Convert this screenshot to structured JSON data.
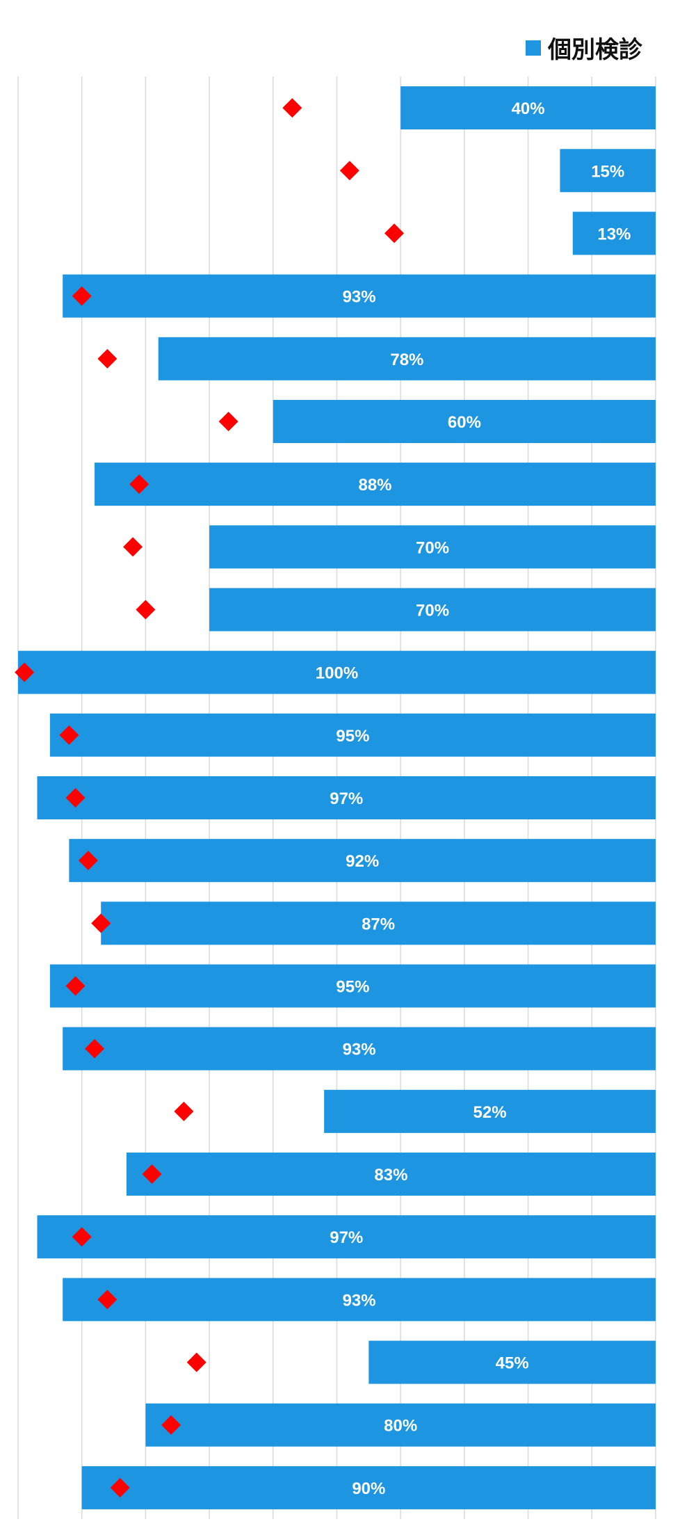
{
  "legend": {
    "label": "個別検診",
    "color": "#1E95E0"
  },
  "colors": {
    "bar": "#1E95E0",
    "marker": "#FF0000",
    "grid": "#D9D9D9",
    "label": "#FFFFFF"
  },
  "chart_data": {
    "type": "bar",
    "orientation": "horizontal",
    "direction": "right-to-left",
    "xlim": [
      0,
      100
    ],
    "grid": true,
    "legend_position": "top-right",
    "series": [
      {
        "name": "個別検診",
        "values": [
          40,
          15,
          13,
          93,
          78,
          60,
          88,
          70,
          70,
          100,
          95,
          97,
          92,
          87,
          95,
          93,
          52,
          83,
          97,
          93,
          45,
          80,
          90
        ],
        "labels": [
          "40%",
          "15%",
          "13%",
          "93%",
          "78%",
          "60%",
          "88%",
          "70%",
          "70%",
          "100%",
          "95%",
          "97%",
          "92%",
          "87%",
          "95%",
          "93%",
          "52%",
          "83%",
          "97%",
          "93%",
          "45%",
          "80%",
          "90%"
        ]
      },
      {
        "marker": "diamond",
        "values": [
          57,
          48,
          41,
          90,
          86,
          67,
          81,
          82,
          80,
          99,
          92,
          91,
          89,
          87,
          91,
          88,
          74,
          79,
          90,
          86,
          72,
          76,
          84
        ]
      }
    ]
  }
}
